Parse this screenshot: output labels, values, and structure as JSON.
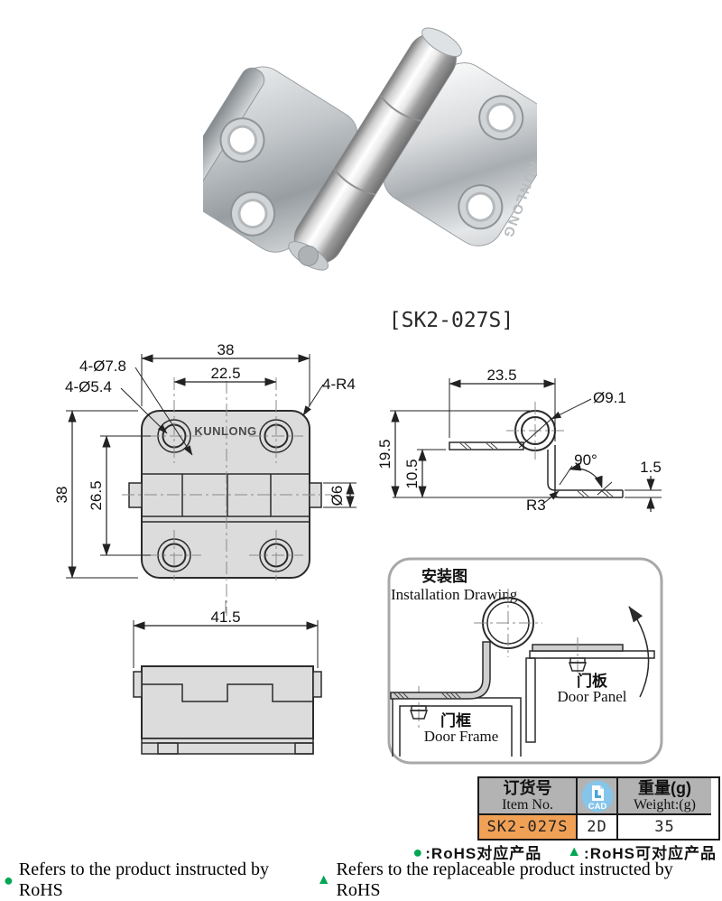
{
  "product_photo": {
    "caption": "[SK2-027S]",
    "engraving": "KUNLONG"
  },
  "front_view": {
    "logo": "KUNLONG",
    "dim_width_top": "38",
    "dim_hole_spacing_h": "22.5",
    "dim_holes_outer": "4-Ø7.8",
    "dim_holes_inner": "4-Ø5.4",
    "dim_corner_radius": "4-R4",
    "dim_height": "38",
    "dim_hole_spacing_v": "26.5",
    "dim_pin_dia": "Ø6"
  },
  "side_view": {
    "dim_leaf_length": "23.5",
    "dim_knuckle_dia": "Ø9.1",
    "dim_total_height": "19.5",
    "dim_offset_height": "10.5",
    "dim_angle": "90°",
    "dim_thickness": "1.5",
    "dim_bend_radius": "R3"
  },
  "bottom_view": {
    "dim_total_length": "41.5"
  },
  "installation": {
    "title_zh": "安装图",
    "title_en": "Installation Drawing",
    "door_panel_zh": "门板",
    "door_panel_en": "Door Panel",
    "door_frame_zh": "门框",
    "door_frame_en": "Door Frame"
  },
  "spec_table": {
    "item_header_zh": "订货号",
    "item_header_en": "Item No.",
    "cad_label": "CAD",
    "weight_header_zh": "重量(g)",
    "weight_header_en": "Weight:(g)",
    "item_no": "SK2-027S",
    "cad_value": "2D",
    "weight_value": "35"
  },
  "legend": {
    "zh_circle": ":RoHS对应产品",
    "zh_triangle": ":RoHS可对应产品",
    "en_circle": "Refers to the product instructed by RoHS",
    "en_triangle": "Refers to the replaceable product instructed by RoHS"
  },
  "colors": {
    "accent_orange": "#F1A156",
    "header_gray": "#B3B3B3",
    "cad_blue": "#86C5EA",
    "rohs_green": "#00A651",
    "line_dark": "#2B2B2B",
    "fill_light": "#DCDCDC"
  }
}
